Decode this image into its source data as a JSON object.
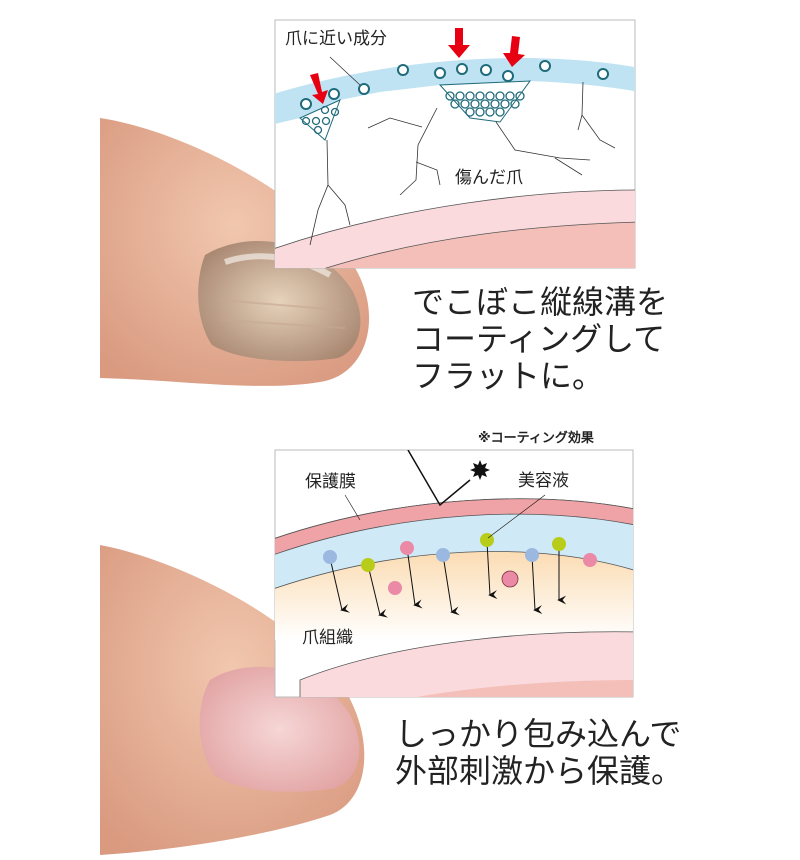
{
  "top_diagram": {
    "label_ingredient": "爪に近い成分",
    "label_damaged": "傷んだ爪"
  },
  "top_caption": [
    "でこぼこ縦線溝を",
    "コーティングして",
    "フラットに。"
  ],
  "bottom_diagram": {
    "note": "※コーティング効果",
    "label_film": "保護膜",
    "label_serum": "美容液",
    "label_tissue": "爪組織"
  },
  "bottom_caption": [
    "しっかり包み込んで",
    "外部刺激から保護。"
  ],
  "colors": {
    "arrow_red": "#e60012",
    "hex_teal": "#1f6b7a",
    "coating_blue": "#bfe3f3",
    "film_pink": "#f0a3a6",
    "dot_blue": "#9bb8e0",
    "dot_green": "#b8cc1a",
    "dot_pink": "#ea8aa6"
  }
}
